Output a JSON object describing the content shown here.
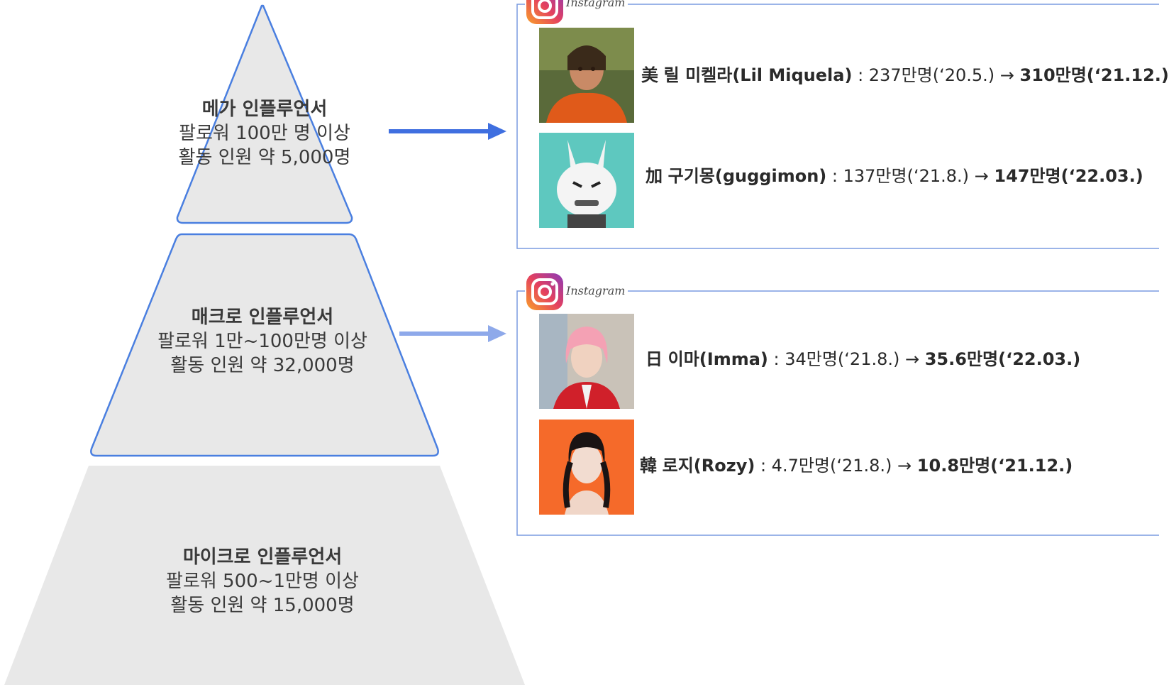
{
  "tiers": [
    {
      "name": "메가 인플루언서",
      "followers": "팔로워 100만 명 이상",
      "members": "활동 인원 약 5,000명"
    },
    {
      "name": "매크로 인플루언서",
      "followers": "팔로워 1만~100만명 이상",
      "members": "활동 인원 약 32,000명"
    },
    {
      "name": "마이크로 인플루언서",
      "followers": "팔로워 500~1만명 이상",
      "members": "활동 인원 약 15,000명"
    }
  ],
  "instagram_label": "Instagram",
  "influencers": [
    {
      "country": "美",
      "name": "릴 미켈라(Lil Miquela)",
      "from": " : 237만명(‘20.5.) → ",
      "to": "310만명(‘21.12.)"
    },
    {
      "country": "加",
      "name": "구기몽(guggimon)",
      "from": " : 137만명(‘21.8.) → ",
      "to": "147만명(‘22.03.)"
    },
    {
      "country": "日",
      "name": "이마(Imma)",
      "from": " : 34만명(‘21.8.) → ",
      "to": "35.6만명(‘22.03.)"
    },
    {
      "country": "韓",
      "name": "로지(Rozy)",
      "from": " : 4.7만명(‘21.8.) → ",
      "to": "10.8만명(‘21.12.)"
    }
  ],
  "colors": {
    "pyramid_fill": "#e8e8e8",
    "pyramid_outline": "#4a7fe0",
    "arrow_dark": "#3f6fe0",
    "arrow_light": "#8ea9ea",
    "box_border": "#7a9be0",
    "instagram_gradient": [
      "#f9a02a",
      "#e4405f",
      "#8a3ab9"
    ]
  },
  "icons": [
    "instagram-logo-icon",
    "arrow-right-icon"
  ]
}
